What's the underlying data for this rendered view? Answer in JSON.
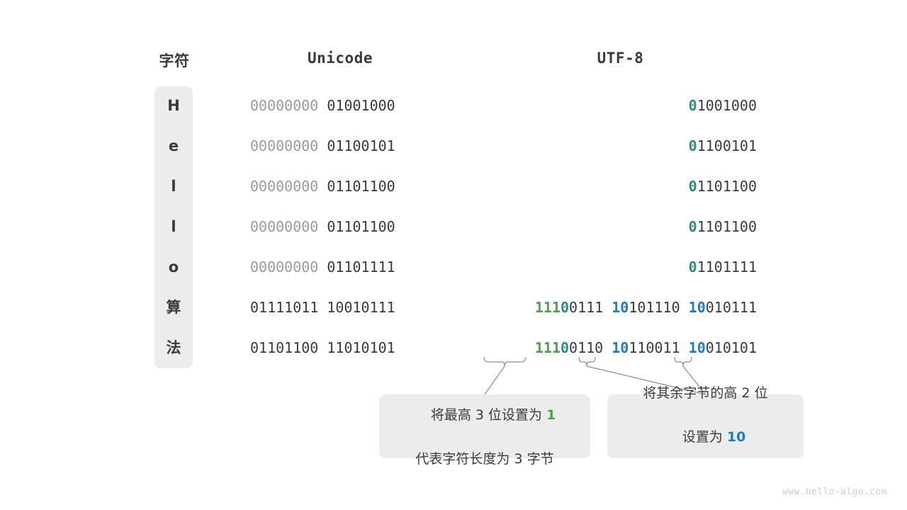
{
  "headers": {
    "character": "字符",
    "unicode": "Unicode",
    "utf8": "UTF-8"
  },
  "colors": {
    "green": "#4F9E55",
    "blue": "#1E7BC8",
    "teal": "#2E8B7F",
    "dark": "#3a3a3a",
    "dim": "#9a9a9a",
    "panel": "#ececec",
    "background": "#ffffff",
    "connector": "#8d8d8d",
    "watermark": "#cfcfcf"
  },
  "rows": [
    {
      "character": "H",
      "unicode_high": "00000000",
      "unicode_low": "01001000",
      "utf8_bytes": 1,
      "utf8": [
        {
          "prefix": "0",
          "prefix_color": "teal",
          "rest": "1001000"
        }
      ]
    },
    {
      "character": "e",
      "unicode_high": "00000000",
      "unicode_low": "01100101",
      "utf8_bytes": 1,
      "utf8": [
        {
          "prefix": "0",
          "prefix_color": "teal",
          "rest": "1100101"
        }
      ]
    },
    {
      "character": "l",
      "unicode_high": "00000000",
      "unicode_low": "01101100",
      "utf8_bytes": 1,
      "utf8": [
        {
          "prefix": "0",
          "prefix_color": "teal",
          "rest": "1101100"
        }
      ]
    },
    {
      "character": "l",
      "unicode_high": "00000000",
      "unicode_low": "01101100",
      "utf8_bytes": 1,
      "utf8": [
        {
          "prefix": "0",
          "prefix_color": "teal",
          "rest": "1101100"
        }
      ]
    },
    {
      "character": "o",
      "unicode_high": "00000000",
      "unicode_low": "01101111",
      "utf8_bytes": 1,
      "utf8": [
        {
          "prefix": "0",
          "prefix_color": "teal",
          "rest": "1101111"
        }
      ]
    },
    {
      "character": "算",
      "unicode_high": "01111011",
      "unicode_low": "10010111",
      "utf8_bytes": 3,
      "utf8": [
        {
          "prefix": "111",
          "prefix_color": "green",
          "prefix2": "0",
          "prefix2_color": "teal",
          "rest": "0111"
        },
        {
          "prefix": "10",
          "prefix_color": "blue",
          "rest": "101110"
        },
        {
          "prefix": "10",
          "prefix_color": "blue",
          "rest": "010111"
        }
      ]
    },
    {
      "character": "法",
      "unicode_high": "01101100",
      "unicode_low": "11010101",
      "utf8_bytes": 3,
      "utf8": [
        {
          "prefix": "111",
          "prefix_color": "green",
          "prefix2": "0",
          "prefix2_color": "teal",
          "rest": "0110"
        },
        {
          "prefix": "10",
          "prefix_color": "blue",
          "rest": "110011"
        },
        {
          "prefix": "10",
          "prefix_color": "blue",
          "rest": "010101"
        }
      ]
    }
  ],
  "callouts": [
    {
      "id": "lead-byte-note",
      "line1_pre": "将最高 3 位设置为 ",
      "line1_hl": "1",
      "line1_hl_color": "green",
      "line2": "代表字符长度为 3 字节"
    },
    {
      "id": "continuation-byte-note",
      "line1_pre": "将其余字节的高 2 位",
      "line1_hl": "",
      "line2_pre": "设置为 ",
      "line2_hl": "10",
      "line2_hl_color": "blue"
    }
  ],
  "watermark": "www.hello-algo.com"
}
